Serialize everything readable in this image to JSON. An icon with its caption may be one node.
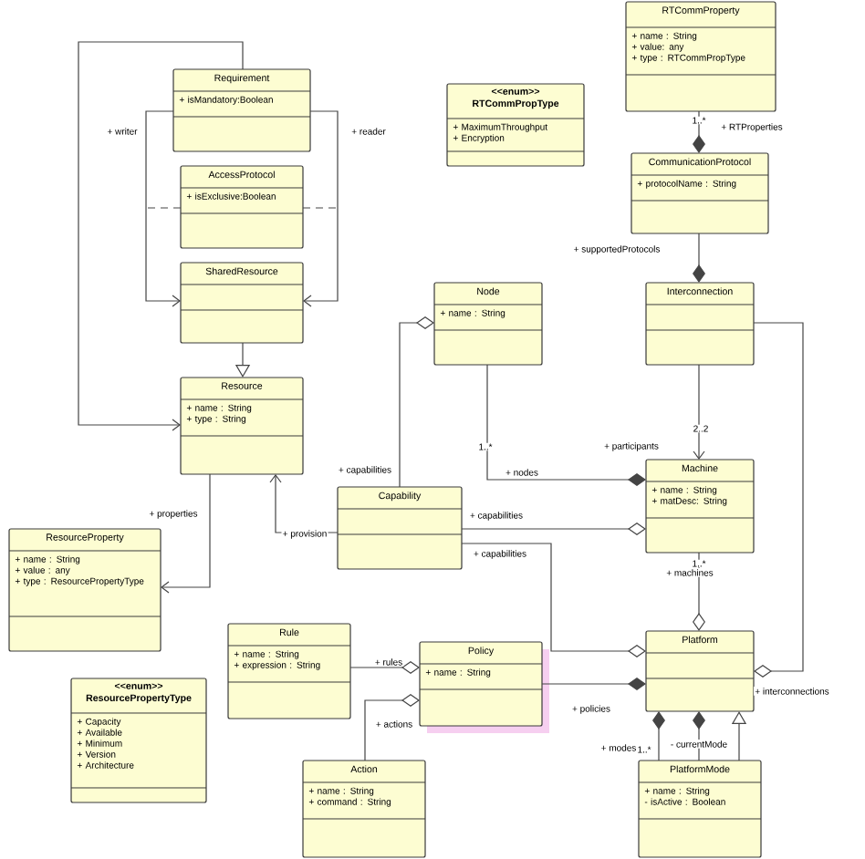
{
  "diagram": {
    "nodes": [
      {
        "text": [
          "Requirement",
          "+ isMandatory:Boolean"
        ]
      },
      {
        "text": [
          "AccessProtocol",
          "+ isExclusive:Boolean"
        ]
      },
      {
        "text": [
          "SharedResource"
        ]
      },
      {
        "text": [
          "Resource",
          "+ name : String",
          "+ type : String"
        ]
      },
      {
        "text": [
          "<<enum>>",
          "RTCommPropType",
          "+ MaximumThroughput",
          "+ Encryption"
        ]
      },
      {
        "text": [
          "RTCommProperty",
          "+ name : String",
          "+ value: any",
          "+ type : RTCommPropType"
        ]
      },
      {
        "text": [
          "CommunicationProtocol",
          "+ protocolName : String"
        ]
      },
      {
        "text": [
          "Node",
          "+ name : String"
        ]
      },
      {
        "text": [
          "Interconnection"
        ]
      },
      {
        "text": [
          "ResourceProperty",
          "+ name : String",
          "+ value : any",
          "+ type : ResourcePropertyType"
        ]
      },
      {
        "text": [
          "Capability"
        ]
      },
      {
        "text": [
          "Machine",
          "+ name : String",
          "+ matDesc: String"
        ]
      },
      {
        "text": [
          "Rule",
          "+ name : String",
          "+ expression : String"
        ]
      },
      {
        "text": [
          "<<enum>>",
          "ResourcePropertyType",
          "+ Capacity",
          "+ Available",
          "+ Minimum",
          "+ Version",
          "+ Architecture"
        ]
      },
      {
        "text": [
          "Policy",
          "+ name : String"
        ]
      },
      {
        "text": [
          "Action",
          "+ name : String",
          "+ command : String"
        ]
      },
      {
        "text": [
          "Platform"
        ]
      },
      {
        "text": [
          "PlatformMode",
          "+ name : String",
          "- isActive : Boolean"
        ]
      }
    ],
    "edges": [
      {
        "from": 0,
        "to": 2,
        "arrow": "to",
        "label": "+ writer"
      },
      {
        "from": 0,
        "to": 2,
        "arrow": "to",
        "label": "+ reader"
      },
      {
        "from": 2,
        "to": 3,
        "arrow": "to"
      },
      {
        "from": 0,
        "to": 3,
        "arrow": "to"
      },
      {
        "from": 3,
        "to": 9,
        "arrow": "to",
        "label": "+ properties"
      },
      {
        "from": 10,
        "to": 3,
        "arrow": "to",
        "label": "+ provision"
      },
      {
        "from": 7,
        "to": 10,
        "arrow": "other",
        "label": "+ capabilities"
      },
      {
        "from": 11,
        "to": 7,
        "arrow": "other",
        "label": "+ nodes"
      },
      {
        "from": 11,
        "to": 10,
        "arrow": "other",
        "label": "+ capabilities"
      },
      {
        "from": 16,
        "to": 10,
        "arrow": "other",
        "label": "+ capabilities"
      },
      {
        "from": 8,
        "to": 6,
        "arrow": "other",
        "label": "+ supportedProtocols"
      },
      {
        "from": 6,
        "to": 5,
        "arrow": "other",
        "label": "+ RTProperties"
      },
      {
        "from": 8,
        "to": 11,
        "arrow": "to",
        "label": "+ participants"
      },
      {
        "from": 16,
        "to": 11,
        "arrow": "other",
        "label": "+ machines"
      },
      {
        "from": 16,
        "to": 8,
        "arrow": "other",
        "label": "+ interconnections"
      },
      {
        "from": 16,
        "to": 14,
        "arrow": "other",
        "label": "+ policies"
      },
      {
        "from": 14,
        "to": 12,
        "arrow": "other",
        "label": "+ rules"
      },
      {
        "from": 14,
        "to": 15,
        "arrow": "other",
        "label": "+ actions"
      },
      {
        "from": 16,
        "to": 17,
        "arrow": "other",
        "label": "+ modes"
      },
      {
        "from": 16,
        "to": 17,
        "arrow": "other",
        "label": "- currentMode"
      },
      {
        "from": 17,
        "to": 16,
        "arrow": "to"
      },
      {
        "from": 1,
        "to": null,
        "arrow": "none",
        "style": "dashed"
      },
      {
        "from": 1,
        "to": null,
        "arrow": "none",
        "style": "dashed"
      }
    ],
    "labels": [
      "1..*",
      "2..2",
      "1..*",
      "1..*",
      "1..*"
    ]
  }
}
